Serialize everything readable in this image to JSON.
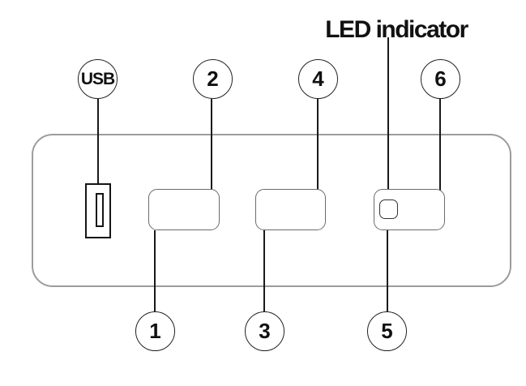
{
  "figure": {
    "type": "device-callout-diagram",
    "annotation": {
      "led_label": "LED indicator"
    },
    "callouts": {
      "top": [
        {
          "label": "USB",
          "points_to": "usb-port"
        },
        {
          "label": "2",
          "points_to": "button-1-top"
        },
        {
          "label": "4",
          "points_to": "button-2-top"
        },
        {
          "label": "6",
          "points_to": "button-3-top"
        }
      ],
      "bottom": [
        {
          "label": "1",
          "points_to": "button-1-bottom"
        },
        {
          "label": "3",
          "points_to": "button-2-bottom"
        },
        {
          "label": "5",
          "points_to": "button-3-bottom"
        }
      ]
    },
    "device": {
      "parts": [
        "usb-port",
        "button-1",
        "button-2",
        "button-3-with-led"
      ]
    },
    "colors": {
      "background": "#ffffff",
      "leader_line": "#1a1a1a",
      "body_stroke": "#9c9c9c",
      "button_stroke": "#6b6b6b",
      "port_stroke": "#151515",
      "text": "#111111"
    }
  }
}
